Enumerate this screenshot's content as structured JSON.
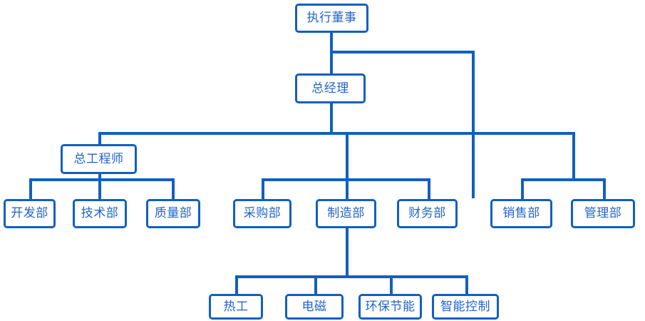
{
  "chart": {
    "type": "org-chart",
    "title": "",
    "accent_color": "#1060c0",
    "text_color": "#1f63c8",
    "background": "#ffffff",
    "levels": [
      {
        "level": 1,
        "nodes": [
          {
            "id": "exec-director",
            "label": "执行董事"
          }
        ]
      },
      {
        "level": 2,
        "nodes": [
          {
            "id": "general-manager",
            "label": "总经理"
          }
        ]
      },
      {
        "level": 3,
        "nodes": [
          {
            "id": "chief-engineer",
            "label": "总工程师"
          }
        ]
      },
      {
        "level": 4,
        "nodes": [
          {
            "id": "development-dept",
            "label": "开发部"
          },
          {
            "id": "technology-dept",
            "label": "技术部"
          },
          {
            "id": "quality-dept",
            "label": "质量部"
          },
          {
            "id": "procurement-dept",
            "label": "采购部"
          },
          {
            "id": "manufacturing-dept",
            "label": "制造部"
          },
          {
            "id": "finance-dept",
            "label": "财务部"
          },
          {
            "id": "sales-dept",
            "label": "销售部"
          },
          {
            "id": "management-dept",
            "label": "管理部"
          }
        ]
      },
      {
        "level": 5,
        "nodes": [
          {
            "id": "thermal-unit",
            "label": "热工"
          },
          {
            "id": "electromagnetic-unit",
            "label": "电磁"
          },
          {
            "id": "energy-saving-unit",
            "label": "环保节能"
          },
          {
            "id": "intelligent-control-unit",
            "label": "智能控制"
          }
        ]
      }
    ],
    "edges": [
      {
        "from": "exec-director",
        "to": "general-manager"
      },
      {
        "from": "exec-director",
        "to": "sales-management-branch"
      },
      {
        "from": "general-manager",
        "to": "chief-engineer"
      },
      {
        "from": "general-manager",
        "to": "procurement-dept"
      },
      {
        "from": "general-manager",
        "to": "manufacturing-dept"
      },
      {
        "from": "general-manager",
        "to": "finance-dept"
      },
      {
        "from": "general-manager",
        "to": "sales-dept"
      },
      {
        "from": "general-manager",
        "to": "management-dept"
      },
      {
        "from": "chief-engineer",
        "to": "development-dept"
      },
      {
        "from": "chief-engineer",
        "to": "technology-dept"
      },
      {
        "from": "chief-engineer",
        "to": "quality-dept"
      },
      {
        "from": "manufacturing-dept",
        "to": "thermal-unit"
      },
      {
        "from": "manufacturing-dept",
        "to": "electromagnetic-unit"
      },
      {
        "from": "manufacturing-dept",
        "to": "energy-saving-unit"
      },
      {
        "from": "manufacturing-dept",
        "to": "intelligent-control-unit"
      }
    ]
  }
}
